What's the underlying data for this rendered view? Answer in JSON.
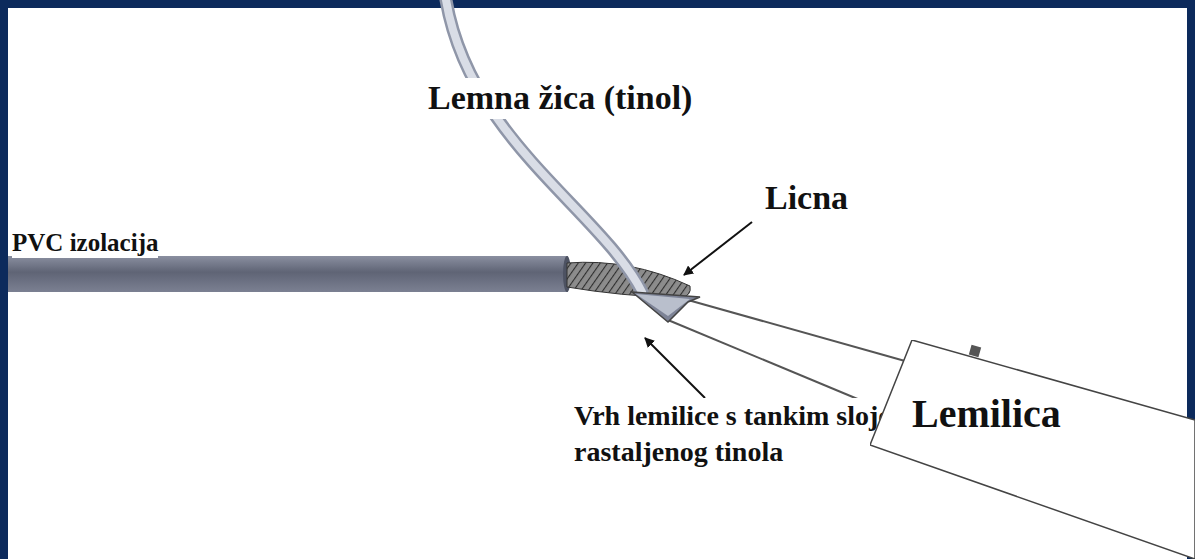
{
  "diagram": {
    "nodes": [
      {
        "text": [
          "Lemilica"
        ]
      }
    ],
    "labels": [
      "Lemna žica (tinol)",
      "Licna",
      "PVC izolacija",
      "Vrh lemilice s tankim slojem rastaljenog tinola"
    ]
  }
}
